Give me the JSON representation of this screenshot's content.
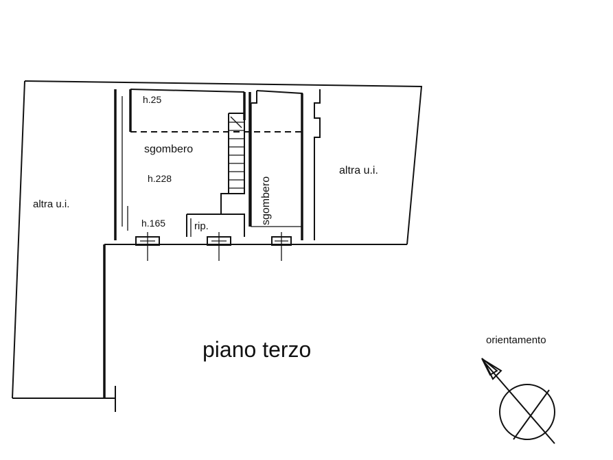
{
  "labels": {
    "altra_left": "altra u.i.",
    "altra_right": "altra u.i.",
    "h25": "h.25",
    "sgombero_1": "sgombero",
    "h228": "h.228",
    "h165": "h.165",
    "rip": "rip.",
    "sgombero_2": "sgombero",
    "title": "piano terzo",
    "orientamento": "orientamento"
  }
}
